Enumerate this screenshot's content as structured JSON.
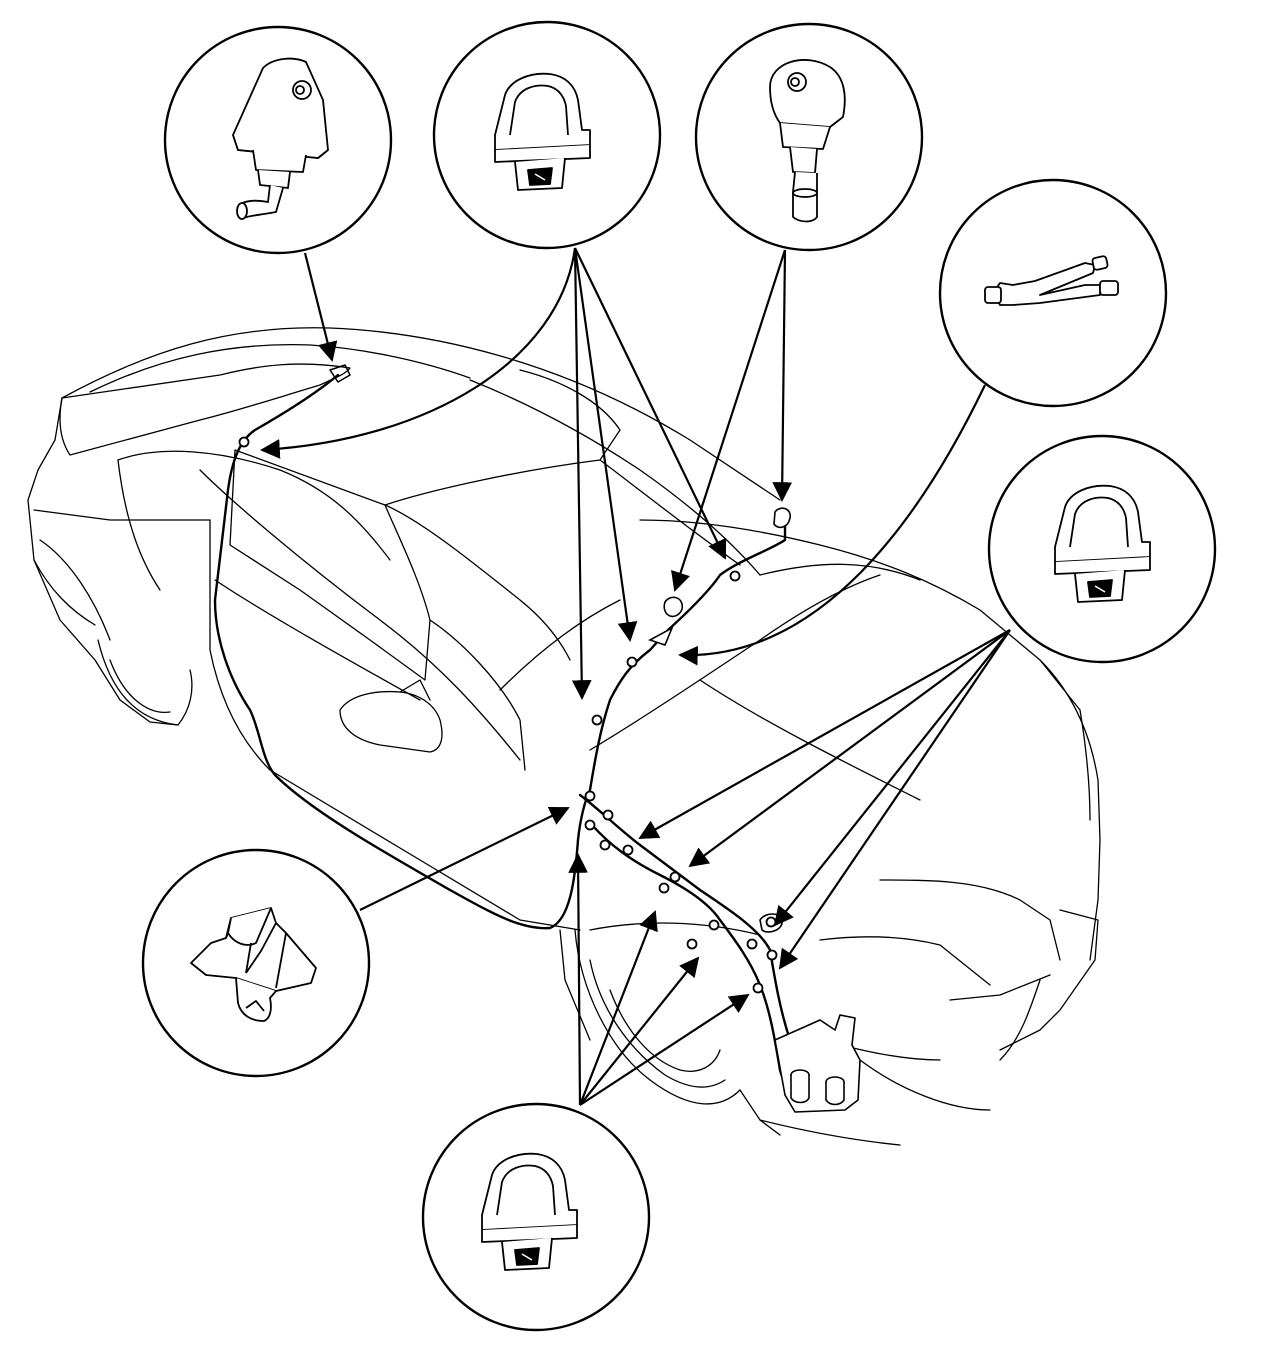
{
  "diagram": {
    "title": "",
    "colors": {
      "line": "#000000",
      "background": "#ffffff",
      "fill": "#ffffff"
    },
    "parts": [
      {
        "id": "rear-washer-nozzle",
        "icon": "rear-washer-nozzle-icon"
      },
      {
        "id": "hose-clip-upper",
        "icon": "hose-clip-icon"
      },
      {
        "id": "windshield-washer-nozzle",
        "icon": "windshield-washer-nozzle-icon"
      },
      {
        "id": "three-way-joint",
        "icon": "three-way-joint-icon"
      },
      {
        "id": "hose-clip-right",
        "icon": "hose-clip-icon"
      },
      {
        "id": "hose-clamp-left",
        "icon": "hose-clamp-icon"
      },
      {
        "id": "hose-clip-lower",
        "icon": "hose-clip-icon"
      }
    ],
    "main_components": [
      "vehicle-outline",
      "washer-hose",
      "washer-reservoir"
    ]
  }
}
